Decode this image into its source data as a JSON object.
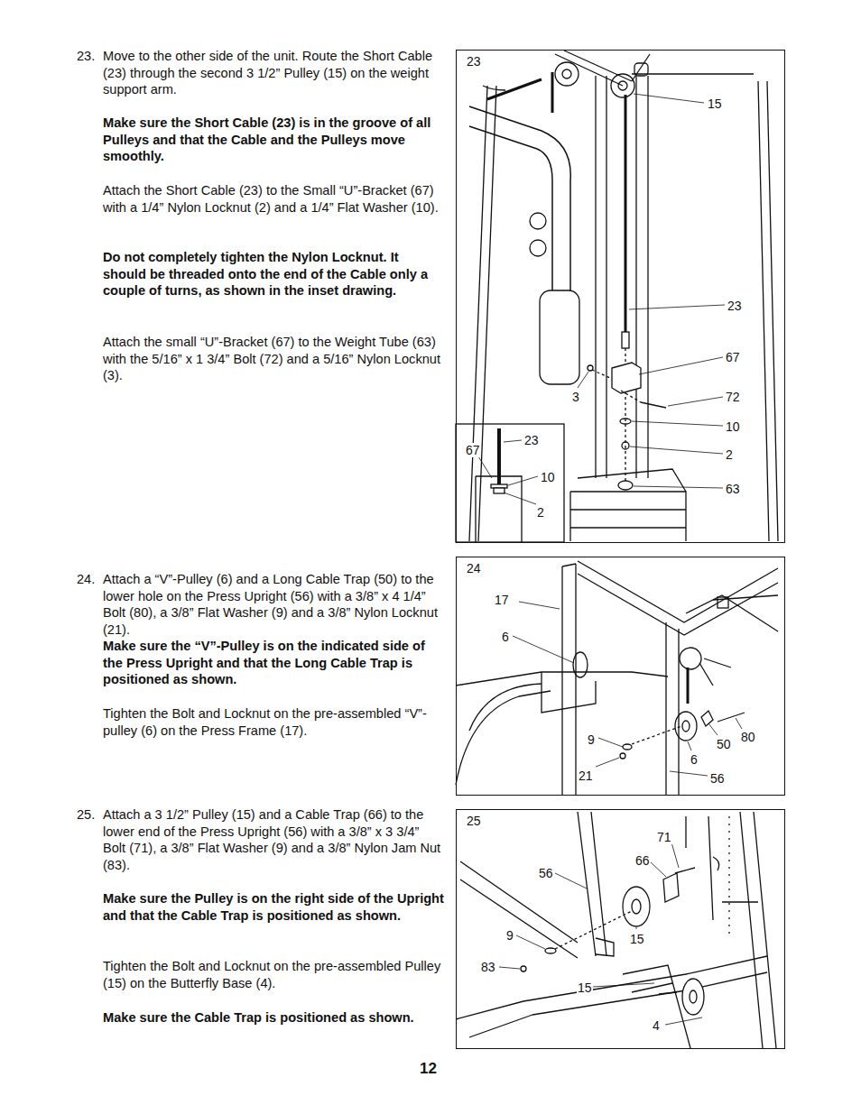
{
  "diagram": {
    "nodes": [
      {
        "text": [
          "23"
        ]
      },
      {
        "text": [
          "24"
        ]
      },
      {
        "text": [
          "25"
        ]
      }
    ],
    "labels": [
      "23.",
      "Move to the other side of the unit. Route the Short Cable (23) through the second 3 1/2” Pulley (15) on the weight support arm.",
      "Make sure the Short Cable (23) is in the groove of all Pulleys and that the Cable and the Pulleys move smoothly.",
      "Attach the Short Cable (23) to the Small “U”-Bracket (67) with a 1/4” Nylon Locknut (2) and a 1/4” Flat Washer (10).",
      "Do not completely tighten the Nylon Locknut. It should be threaded onto the end of the Cable only a couple of turns, as shown in the inset drawing.",
      "Attach the small “U”-Bracket (67) to the Weight Tube (63) with the 5/16” x 1 3/4” Bolt (72) and a 5/16” Nylon Locknut (3).",
      "24.",
      "Attach a “V”-Pulley (6) and a Long Cable Trap (50) to the lower hole on the Press Upright (56) with a 3/8” x 4 1/4” Bolt (80), a 3/8” Flat Washer (9) and a 3/8” Nylon Locknut (21).",
      "Make sure the “V”-Pulley is on the indicated side of the Press Upright and that the Long Cable Trap is positioned as shown.",
      "Tighten the Bolt and Locknut on the pre-assembled “V”-pulley (6) on the Press Frame (17).",
      "25.",
      "Attach a 3 1/2” Pulley (15) and a Cable Trap (66) to the lower end of the Press Upright (56) with a 3/8” x 3 3/4” Bolt (71), a 3/8” Flat Washer (9) and a 3/8” Nylon Jam Nut (83).",
      "Make sure the Pulley is on the right side of the Upright and that the Cable Trap is positioned as shown.",
      "Tighten the Bolt and Locknut on the pre-assembled Pulley (15) on the Butterfly Base (4).",
      "Make sure the Cable Trap is positioned as shown.",
      "12",
      "15",
      "23",
      "67",
      "3",
      "72",
      "10",
      "2",
      "63",
      "23",
      "67",
      "10",
      "2",
      "17",
      "6",
      "9",
      "50",
      "80",
      "6",
      "21",
      "56",
      "71",
      "66",
      "56",
      "9",
      "15",
      "83",
      "15",
      "4"
    ]
  }
}
